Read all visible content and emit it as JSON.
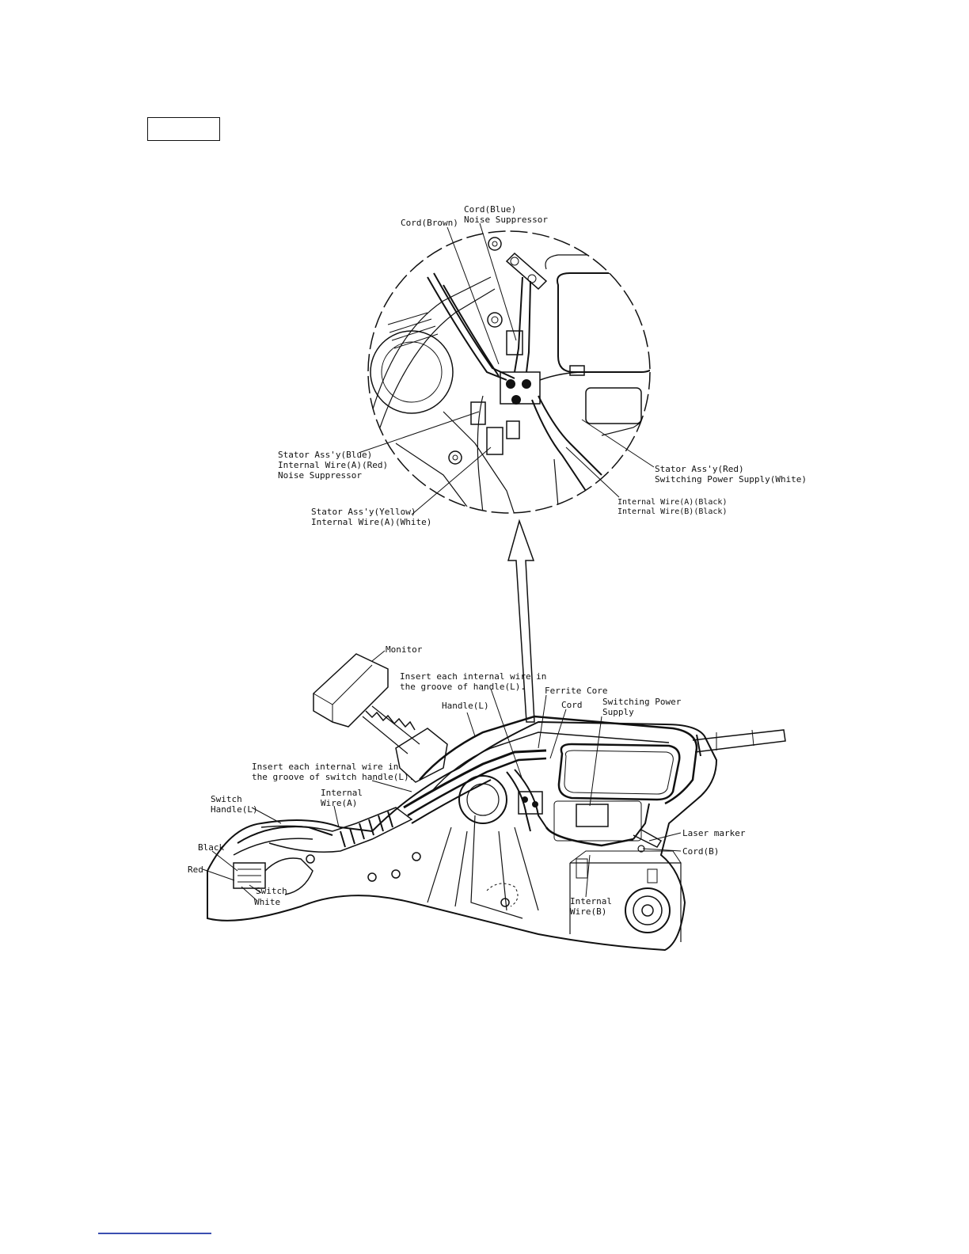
{
  "figure": {
    "detail_labels": {
      "cord_blue": "Cord(Blue)",
      "noise_suppressor_top": "Noise Suppressor",
      "cord_brown": "Cord(Brown)",
      "stator_blue": "Stator Ass'y(Blue)",
      "internal_wire_a_red": "Internal Wire(A)(Red)",
      "noise_suppressor_left": "Noise Suppressor",
      "stator_yellow": "Stator Ass'y(Yellow)",
      "internal_wire_a_white": "Internal Wire(A)(White)",
      "stator_red": "Stator Ass'y(Red)",
      "switching_power_supply_white": "Switching Power Supply(White)",
      "internal_wire_a_black": "Internal Wire(A)(Black)",
      "internal_wire_b_black": "Internal Wire(B)(Black)"
    },
    "main_labels": {
      "monitor": "Monitor",
      "insert_handle_l1": "Insert each internal wire in",
      "insert_handle_l2": "the groove of handle(L).",
      "ferrite_core": "Ferrite Core",
      "cord": "Cord",
      "switching_power_l1": "Switching Power",
      "switching_power_l2": "Supply",
      "handle_l": "Handle(L)",
      "insert_switch_l1": "Insert each internal wire in",
      "insert_switch_l2": "the groove of switch handle(L).",
      "switch_handle_l1": "Switch",
      "switch_handle_l2": "Handle(L)",
      "internal_wire_a_l1": "Internal",
      "internal_wire_a_l2": "Wire(A)",
      "black": "Black",
      "red": "Red",
      "switch": "Switch",
      "white": "White",
      "laser_marker": "Laser marker",
      "cord_b": "Cord(B)",
      "internal_wire_b_l1": "Internal",
      "internal_wire_b_l2": "Wire(B)"
    }
  },
  "colors": {
    "line": "#111111",
    "footer_rule": "#3a4fb0"
  }
}
